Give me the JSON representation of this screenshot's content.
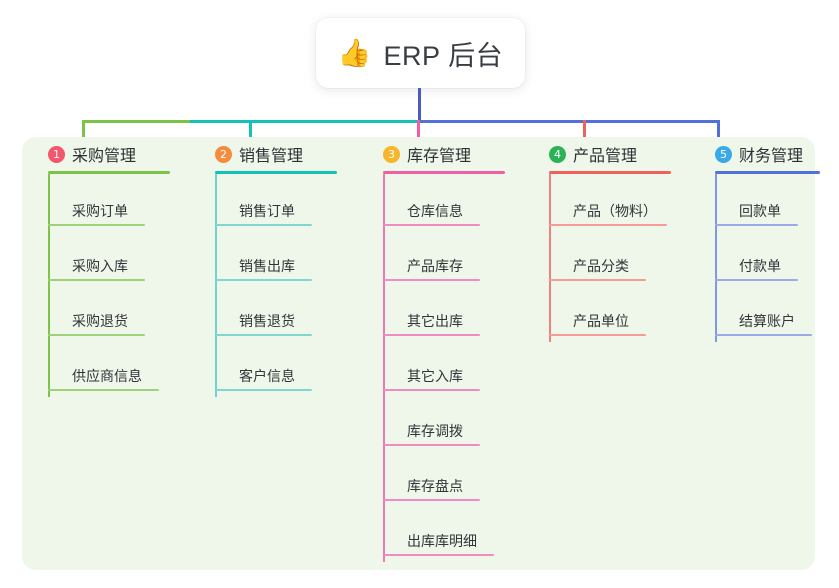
{
  "diagram": {
    "type": "mindmap",
    "root": {
      "icon": "thumbs-up-icon",
      "emoji": "👍",
      "title": "ERP 后台"
    },
    "panel_background": "#eef7e9",
    "branches": [
      {
        "number": "1",
        "badge_color": "#f4566c",
        "color": "#7cc34a",
        "title": "采购管理",
        "items": [
          "采购订单",
          "采购入库",
          "采购退货",
          "供应商信息"
        ]
      },
      {
        "number": "2",
        "badge_color": "#f58b3c",
        "color": "#13c2b5",
        "title": "销售管理",
        "items": [
          "销售订单",
          "销售出库",
          "销售退货",
          "客户信息"
        ]
      },
      {
        "number": "3",
        "badge_color": "#f7b52a",
        "color": "#ef5fa7",
        "title": "库存管理",
        "items": [
          "仓库信息",
          "产品库存",
          "其它出库",
          "其它入库",
          "库存调拨",
          "库存盘点",
          "出库库明细"
        ]
      },
      {
        "number": "4",
        "badge_color": "#2bb256",
        "color": "#f2605c",
        "title": "产品管理",
        "items": [
          "产品（物料）",
          "产品分类",
          "产品单位"
        ]
      },
      {
        "number": "5",
        "badge_color": "#39a9e8",
        "color": "#5370d6",
        "title": "财务管理",
        "items": [
          "回款单",
          "付款单",
          "结算账户"
        ]
      }
    ],
    "trunk_color": "#4a5bc4"
  }
}
